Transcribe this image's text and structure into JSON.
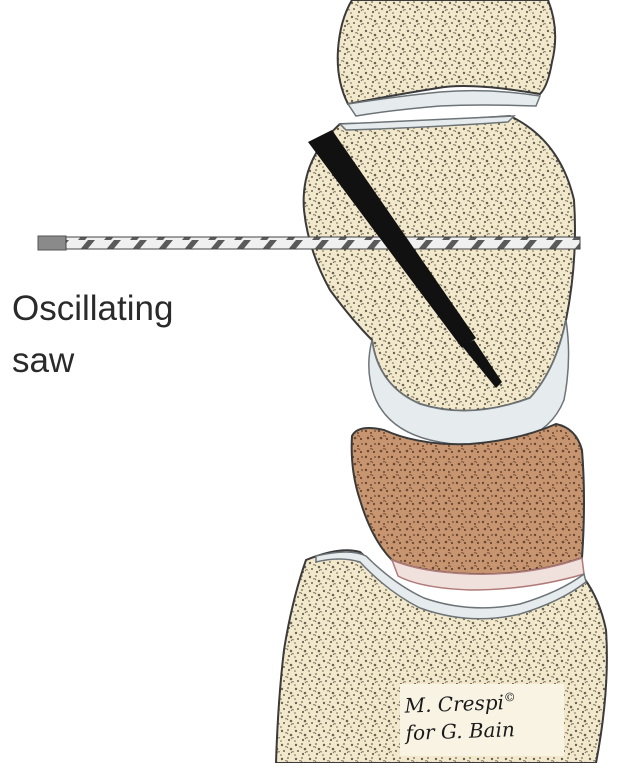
{
  "label": {
    "line1": "Oscillating",
    "line2": "saw"
  },
  "credit": {
    "line1": "M. Crespi",
    "symbol": "©",
    "line2": "for G. Bain"
  },
  "colors": {
    "bone_fill": "#f2e9cd",
    "bone_outline": "#3a3a3a",
    "bone_speckle": "#6b6251",
    "cartilage": "#e6ebed",
    "graft_fill": "#c79670",
    "graft_speckle": "#6b4632",
    "blade": "#111111",
    "wire_dark": "#555555",
    "wire_light": "#e8e8e8"
  },
  "icons": [
    "oscillating-saw-blade-icon",
    "k-wire-drill-icon"
  ]
}
